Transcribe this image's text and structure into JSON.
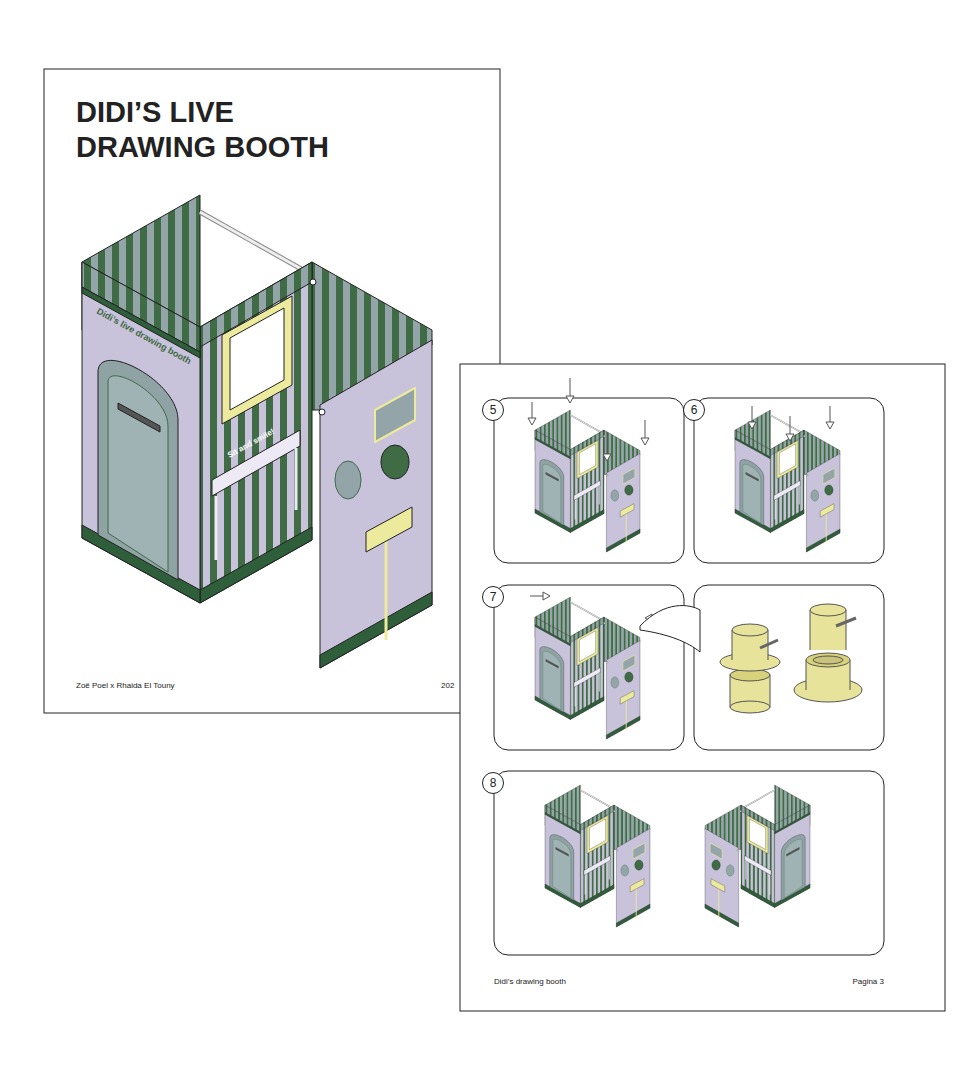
{
  "diagram": {
    "title": "DIDI’S LIVE DRAWING BOOTH",
    "nodes": [
      {
        "text": [
          "5"
        ]
      },
      {
        "text": [
          "6"
        ]
      },
      {
        "text": [
          "7"
        ]
      },
      {
        "text": [
          "8"
        ]
      }
    ],
    "labels": [
      "Didi’s live drawing booth",
      "Sit and smile!",
      "Zoë Poel x Rhaida El Touny",
      "202",
      "Didi’s drawing booth",
      "Pagina 3"
    ]
  }
}
